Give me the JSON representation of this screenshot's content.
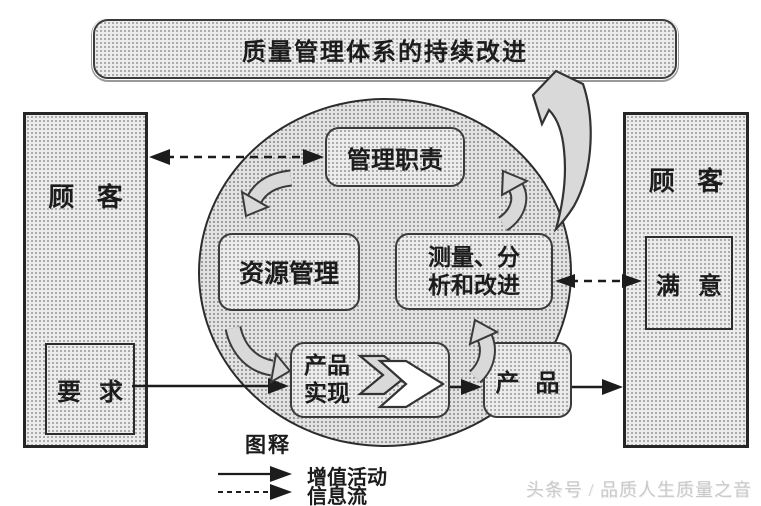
{
  "banner": {
    "label": "质量管理体系的持续改进"
  },
  "left_panel": {
    "title": "顾 客",
    "inner_label": "要 求"
  },
  "right_panel": {
    "title": "顾 客",
    "inner_label": "满 意"
  },
  "circle": {
    "management": "管理职责",
    "resources": "资源管理",
    "measurement_line1": "测量、分",
    "measurement_line2": "析和改进",
    "realization_line1": "产品",
    "realization_line2": "实现",
    "product": "产 品"
  },
  "legend": {
    "title": "图释",
    "solid_label": "增值活动",
    "dashed_label": "信息流"
  },
  "watermark": "头条号 / 品质人生质量之音",
  "colors": {
    "box_fill": "#ececec",
    "circle_fill": "#e2e2e2",
    "border": "#3a3a3a",
    "arrow_fill": "#d9d9d9",
    "line": "#1c1c1c",
    "watermark": "#c9c9c9"
  }
}
